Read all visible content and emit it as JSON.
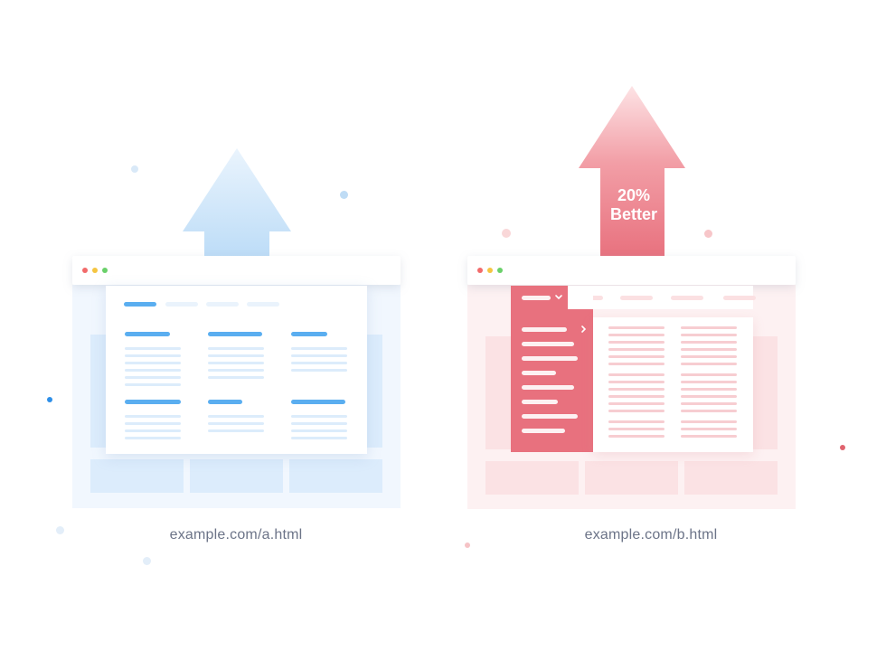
{
  "variant_a": {
    "url": "example.com/a.html",
    "accent": "#5aaef0",
    "icon": "up-arrow-icon"
  },
  "variant_b": {
    "url": "example.com/b.html",
    "accent": "#e8717e",
    "icon": "up-arrow-icon",
    "arrow_label_line1": "20%",
    "arrow_label_line2": "Better"
  },
  "colors": {
    "traffic_red": "#f26b6b",
    "traffic_yellow": "#f5c542",
    "traffic_green": "#6ad06a"
  }
}
